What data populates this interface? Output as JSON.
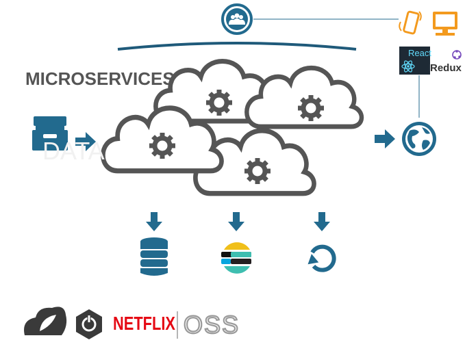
{
  "title": "MICROSERVICES",
  "input_label": "DATA",
  "frontend": {
    "react_label": "React",
    "redux_label": "Redux"
  },
  "logos": {
    "netflix_label": "NETFLIX",
    "oss_label": "OSS"
  },
  "icons": {
    "users": "users-icon",
    "mobile": "mobile-phone-icon",
    "desktop": "desktop-icon",
    "archive": "archive-box-icon",
    "globe": "globe-icon",
    "database": "database-icon",
    "elastic": "elasticsearch-icon",
    "refresh": "refresh-icon",
    "spring": "spring-leaf-icon",
    "spring_boot": "spring-boot-power-icon"
  },
  "colors": {
    "primary_blue": "#226a8e",
    "cloud_stroke": "#555555",
    "orange": "#f39a1e",
    "netflix_red": "#e50914"
  }
}
